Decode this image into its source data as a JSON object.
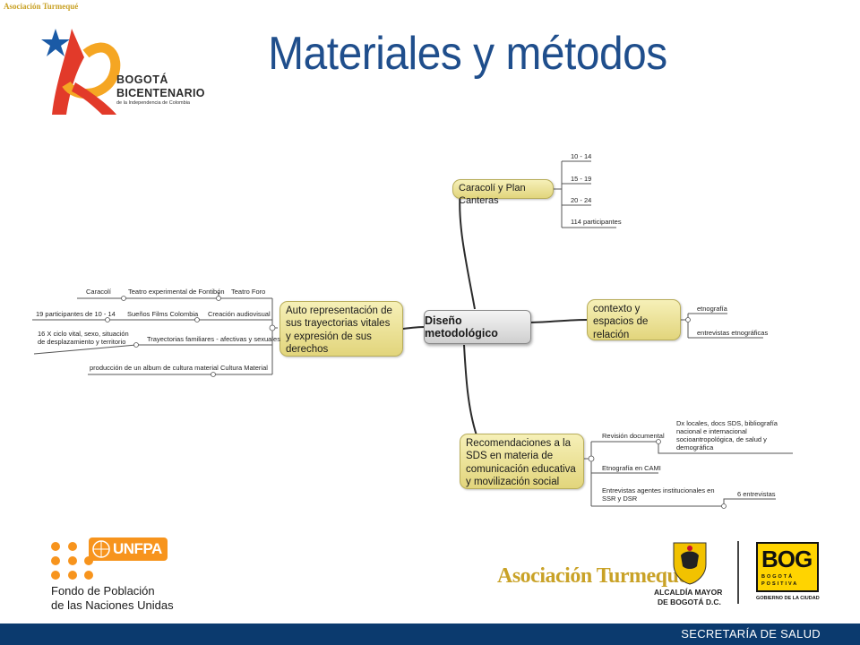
{
  "corner_tag": "Asociación Turmequé",
  "title": "Materiales y métodos",
  "logo_bicentenario": {
    "line1": "BOGOTÁ",
    "line2": "BICENTENARIO",
    "line3": "de la Independencia de Colombia"
  },
  "mindmap": {
    "center": "Diseño metodológico",
    "branches": {
      "caracoli": {
        "label": "Caracolí y Plan Canteras",
        "leaves": [
          "10 - 14",
          "15 - 19",
          "20 - 24",
          "114 participantes"
        ]
      },
      "contexto": {
        "label": "contexto y espacios de relación",
        "leaves": [
          "etnografía",
          "entrevistas etnográficas"
        ]
      },
      "auto": {
        "label": "Auto representación de sus trayectorias vitales y expresión de sus derechos",
        "sub": [
          "Teatro Foro",
          "Creación audiovisual",
          "Trayectorias familiares - afectivas y sexuales",
          "Cultura Material"
        ],
        "teatro_leaves": [
          "Teatro experimental de Fontibón",
          "Caracolí"
        ],
        "audio_leaves": [
          "Sueños Films Colombia",
          "19 participantes de 10 - 14"
        ],
        "trayectorias_leaf": "16 X ciclo vital, sexo, situación de desplazamiento y territorio",
        "cultura_leaf": "producción de un album de cultura material"
      },
      "recomendaciones": {
        "label": "Recomendaciones a la SDS en materia de comunicación educativa y movilización social",
        "sub": [
          "Revisión documental",
          "Etnografía en CAMI",
          "Entrevistas agentes institucionales en SSR y DSR"
        ],
        "revision_leaf": "Dx locales, docs SDS, bibliografía nacional e internacional socioantropológica, de salud y demográfica",
        "entrevistas_leaf": "6 entrevistas"
      }
    }
  },
  "unfpa": {
    "brand": "UNFPA",
    "line1": "Fondo de Población",
    "line2": "de las Naciones Unidas"
  },
  "turmeque": "Asociación Turmequé",
  "alcaldia": {
    "line1": "ALCALDÍA MAYOR",
    "line2": "DE BOGOTÁ D.C."
  },
  "bog_logo": {
    "word": "BOG",
    "sub1": "BOGOTÁ POSITIVA",
    "sub2": "GOBIERNO DE LA CIUDAD"
  },
  "footer": "SECRETARÍA DE SALUD",
  "colors": {
    "title": "#1f4e8c",
    "footer_bar": "#0b3a6e",
    "node_fill": "#ede39a",
    "unfpa_orange": "#f7941d",
    "turmeque_gold": "#c9a227",
    "bog_yellow": "#ffd400"
  }
}
